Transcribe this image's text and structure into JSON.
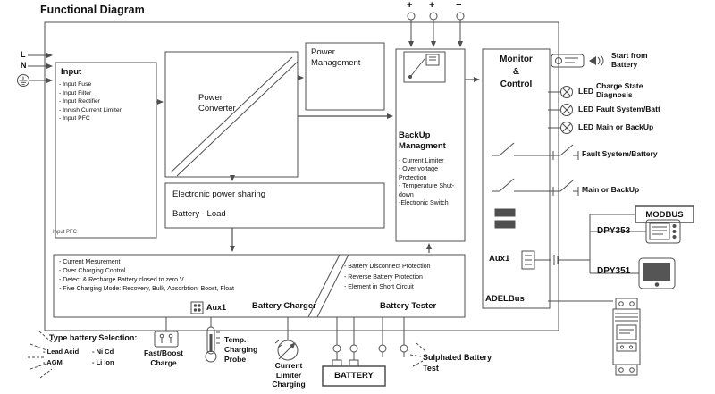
{
  "colors": {
    "line": "#4f4f4f",
    "text": "#111111"
  },
  "title": "Functional Diagram",
  "terminals": {
    "l": "L",
    "n": "N",
    "plus1": "+",
    "plus2": "+",
    "minus": "−"
  },
  "blocks": {
    "input": {
      "title": "Input",
      "items": [
        "- Input Fuse",
        "- Input Filter",
        "- Input Rectifier",
        "- Inrush Current Limiter",
        "- Input PFC"
      ],
      "stray_label": "Input PFC"
    },
    "power_converter": {
      "label": "Power\nConverter"
    },
    "power_management": {
      "label": "Power\nManagement"
    },
    "power_sharing": {
      "line1": "Electronic power sharing",
      "line2": "Battery - Load"
    },
    "backup": {
      "title": "BackUp\nManagment",
      "items": [
        "- Current Limiter",
        "- Over voltage Protection",
        "- Temperature Shut-down",
        "-Electronic Switch"
      ]
    },
    "monitor": {
      "title": "Monitor\n&\nControl",
      "aux1": "Aux1",
      "adelbus": "ADELBus"
    },
    "charger": {
      "items": [
        "- Current Mesurement",
        "- Over Charging Control",
        "- Detect & Recharge Battery closed to zero V",
        "- Five Charging Mode: Recovery, Bulk, Absorbtion, Boost, Float"
      ],
      "aux1": "Aux1",
      "label": "Battery Charger"
    },
    "tester": {
      "items": [
        "- Battery Disconnect Protection",
        "- Reverse Battery Protection",
        "- Element in Short Circuit"
      ],
      "label": "Battery Tester"
    }
  },
  "right": {
    "start_from_battery": "Start from\nBattery",
    "leds": [
      {
        "led": "LED",
        "label": "Charge State\nDiagnosis"
      },
      {
        "led": "LED",
        "label": "Fault System/Batt"
      },
      {
        "led": "LED",
        "label": "Main or BackUp"
      }
    ],
    "contact1": "Fault System/Battery",
    "contact2": "Main or BackUp",
    "modbus": "MODBUS",
    "dpy353": "DPY353",
    "dpy351": "DPY351"
  },
  "bottom": {
    "type_battery": {
      "title": "Type battery Selection:",
      "items": [
        "- Lead Acid",
        "- Ni Cd",
        "- AGM",
        "- Li Ion"
      ]
    },
    "fast_boost": "Fast/Boost\nCharge",
    "temp_probe": "Temp.\nCharging\nProbe",
    "current_limiter": "Current\nLimiter\nCharging",
    "battery": "BATTERY",
    "sulphated": "Sulphated Battery\nTest"
  }
}
